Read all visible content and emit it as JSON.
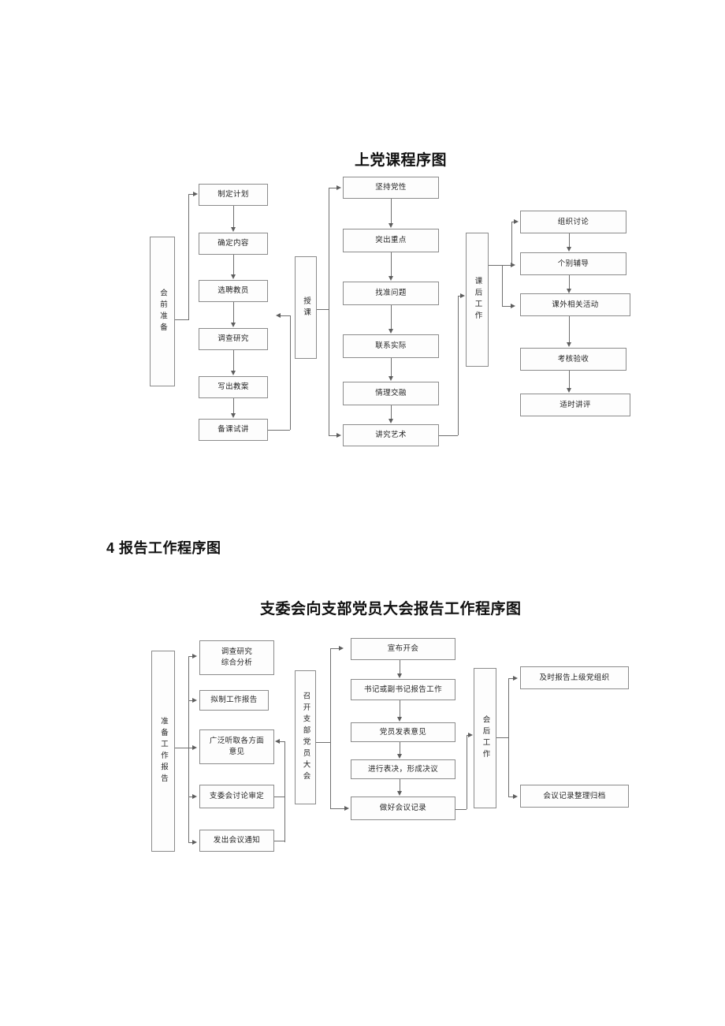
{
  "document": {
    "page_background": "#ffffff",
    "line_color": "#8b8b8b"
  },
  "chart1": {
    "title": "上党课程序图",
    "stages": [
      {
        "label": "会前准备"
      },
      {
        "label": "授课"
      },
      {
        "label": "课后工作"
      }
    ],
    "column1_nodes": [
      {
        "label": "制定计划"
      },
      {
        "label": "确定内容"
      },
      {
        "label": "选聘教员"
      },
      {
        "label": "调查研究"
      },
      {
        "label": "写出教案"
      },
      {
        "label": "备课试讲"
      }
    ],
    "column2_nodes": [
      {
        "label": "坚持党性"
      },
      {
        "label": "突出重点"
      },
      {
        "label": "找准问题"
      },
      {
        "label": "联系实际"
      },
      {
        "label": "情理交融"
      },
      {
        "label": "讲究艺术"
      }
    ],
    "column3_nodes": [
      {
        "label": "组织讨论"
      },
      {
        "label": "个别辅导"
      },
      {
        "label": "课外相关活动"
      },
      {
        "label": "考核验收"
      },
      {
        "label": "适时讲评"
      }
    ]
  },
  "section2": {
    "heading": "4 报告工作程序图"
  },
  "chart2": {
    "title": "支委会向支部党员大会报告工作程序图",
    "stages": [
      {
        "label": "准备工作报告"
      },
      {
        "label": "召开支部党员大会"
      },
      {
        "label": "会后工作"
      }
    ],
    "column1_nodes": [
      {
        "line1": "调查研究",
        "line2": "综合分析"
      },
      {
        "line1": "拟制工作报告",
        "line2": ""
      },
      {
        "line1": "广泛听取各方面",
        "line2": "意见"
      },
      {
        "line1": "支委会讨论审定",
        "line2": ""
      },
      {
        "line1": "发出会议通知",
        "line2": ""
      }
    ],
    "column2_nodes": [
      {
        "label": "宣布开会"
      },
      {
        "label": "书记或副书记报告工作"
      },
      {
        "label": "党员发表意见"
      },
      {
        "label": "进行表决，形成决议"
      },
      {
        "label": "做好会议记录"
      }
    ],
    "column3_nodes": [
      {
        "label": "及时报告上级党组织"
      },
      {
        "label": "会议记录整理归档"
      }
    ]
  }
}
